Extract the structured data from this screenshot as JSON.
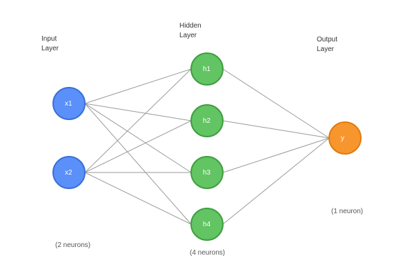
{
  "layers": {
    "input": {
      "title_line1": "Input",
      "title_line2": "Layer",
      "count_label": "(2 neurons)",
      "color": "#5b8ff9",
      "stroke": "#3a6fd8",
      "nodes": [
        "x1",
        "x2"
      ]
    },
    "hidden": {
      "title_line1": "Hidden",
      "title_line2": "Layer",
      "count_label": "(4 neurons)",
      "color": "#62c462",
      "stroke": "#3f9e3f",
      "nodes": [
        "h1",
        "h2",
        "h3",
        "h4"
      ]
    },
    "output": {
      "title_line1": "Output",
      "title_line2": "Layer",
      "count_label": "(1 neuron)",
      "color": "#f8962e",
      "stroke": "#e07a10",
      "nodes": [
        "y"
      ]
    }
  },
  "connections": [
    [
      "x1",
      "h1"
    ],
    [
      "x1",
      "h2"
    ],
    [
      "x1",
      "h3"
    ],
    [
      "x1",
      "h4"
    ],
    [
      "x2",
      "h1"
    ],
    [
      "x2",
      "h2"
    ],
    [
      "x2",
      "h3"
    ],
    [
      "x2",
      "h4"
    ],
    [
      "h1",
      "y"
    ],
    [
      "h2",
      "y"
    ],
    [
      "h3",
      "y"
    ],
    [
      "h4",
      "y"
    ]
  ],
  "edge_color": "#999999"
}
